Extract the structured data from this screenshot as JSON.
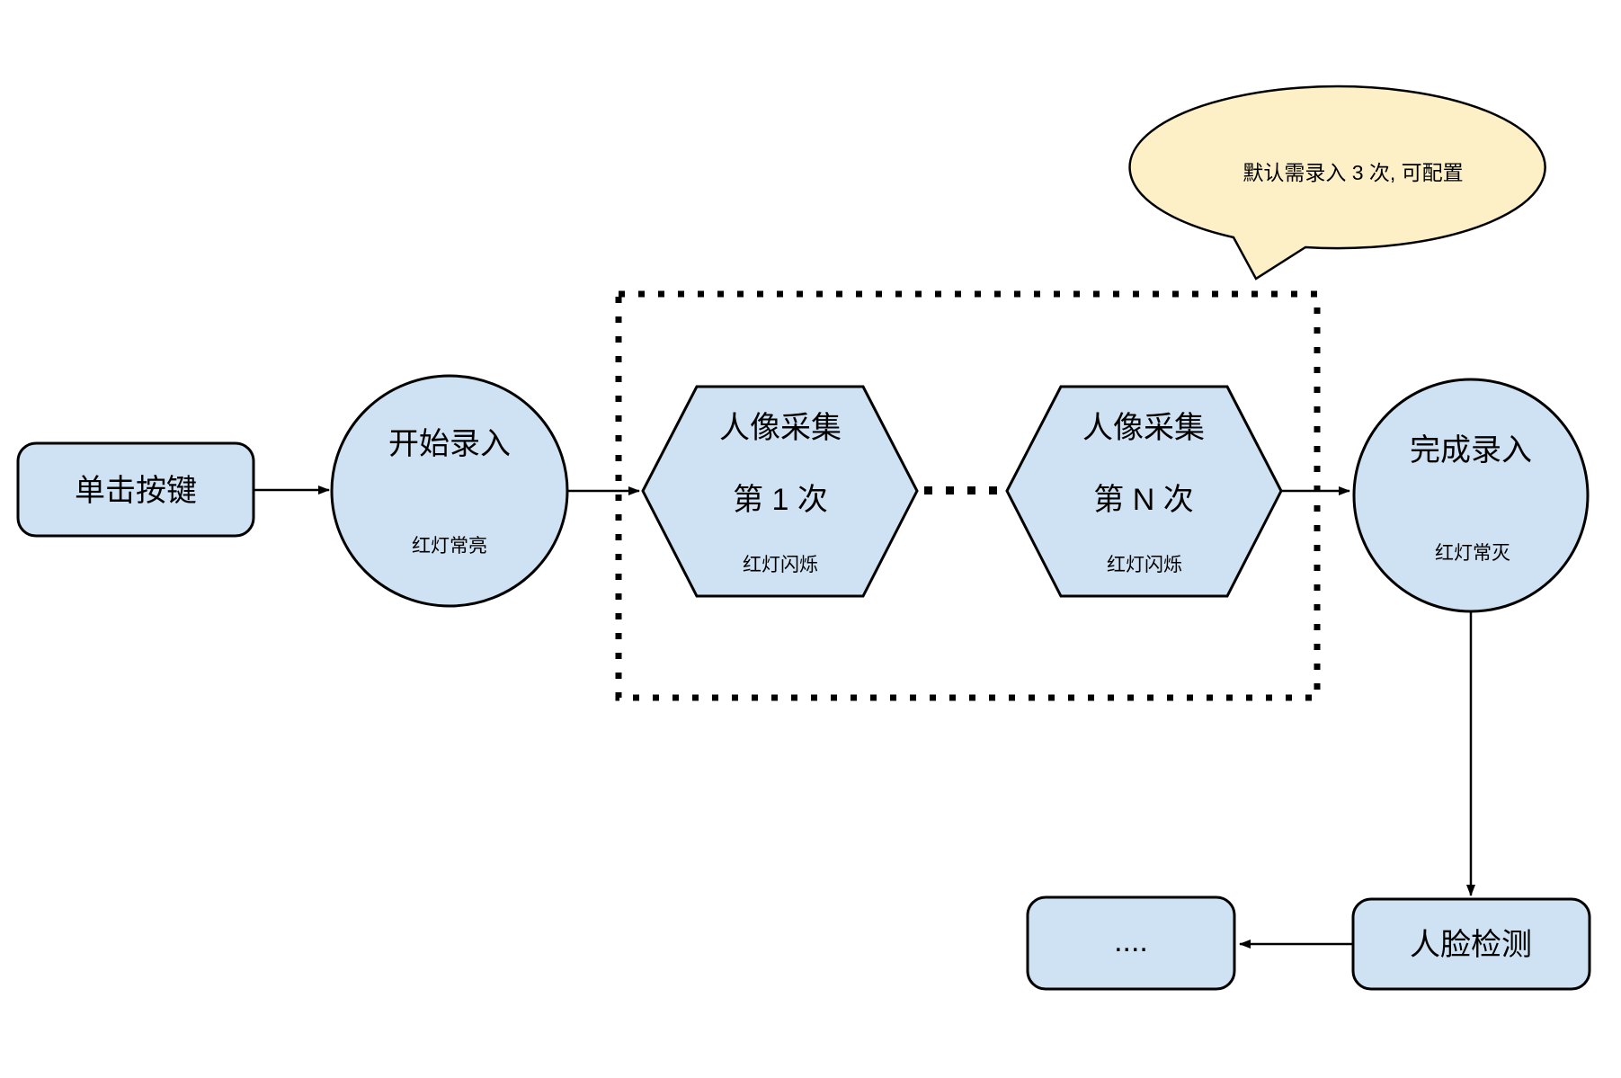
{
  "colors": {
    "node_fill": "#cfe2f3",
    "callout_fill": "#fdf0c7",
    "stroke": "#000000"
  },
  "nodes": {
    "click_button": {
      "label": "单击按键"
    },
    "start_enroll": {
      "label": "开始录入",
      "status": "红灯常亮"
    },
    "capture_first": {
      "title": "人像采集",
      "count": "第 1 次",
      "status": "红灯闪烁"
    },
    "capture_nth": {
      "title": "人像采集",
      "count": "第 N 次",
      "status": "红灯闪烁"
    },
    "finish_enroll": {
      "label": "完成录入",
      "status": "红灯常灭"
    },
    "face_detection": {
      "label": "人脸检测"
    },
    "continuation": {
      "label": "...."
    }
  },
  "callout": {
    "text": "默认需录入 3 次, 可配置"
  }
}
